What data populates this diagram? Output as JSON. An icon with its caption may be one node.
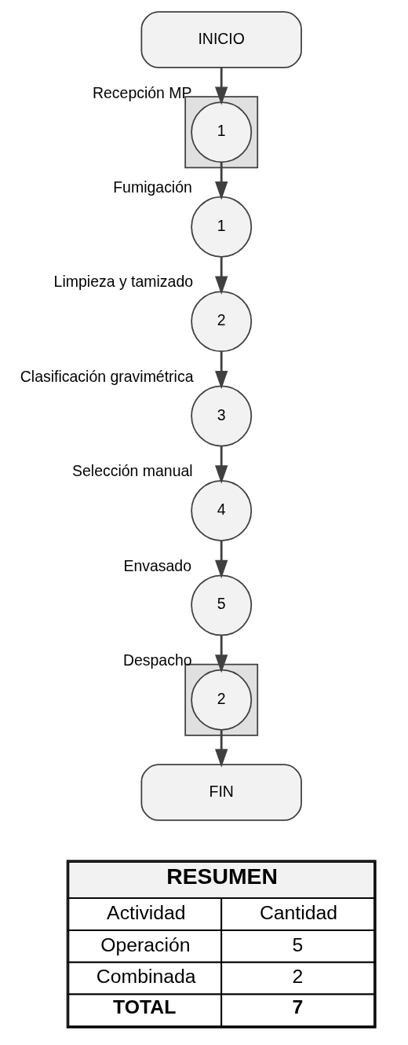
{
  "diagram": {
    "nodes": [
      {
        "text": [
          "INICIO"
        ]
      },
      {
        "text": [],
        "shape": "box"
      },
      {
        "text": [
          "1"
        ],
        "beside": [
          "Recepción MP"
        ],
        "in": 1
      },
      {
        "text": [
          "1"
        ],
        "beside": [
          "Fumigación"
        ]
      },
      {
        "text": [
          "2"
        ],
        "beside": [
          "Limpieza y tamizado"
        ]
      },
      {
        "text": [
          "3"
        ],
        "beside": [
          "Clasificación gravimétrica"
        ]
      },
      {
        "text": [
          "4"
        ],
        "beside": [
          "Selección manual"
        ]
      },
      {
        "text": [
          "5"
        ],
        "beside": [
          "Envasado"
        ]
      },
      {
        "text": [],
        "shape": "box"
      },
      {
        "text": [
          "2"
        ],
        "beside": [
          "Despacho"
        ],
        "in": 8
      },
      {
        "text": [
          "FIN"
        ]
      }
    ],
    "edges": [
      {
        "from": 0,
        "to": 2,
        "arrow": "to"
      },
      {
        "from": 2,
        "to": 3,
        "arrow": "to"
      },
      {
        "from": 3,
        "to": 4,
        "arrow": "to"
      },
      {
        "from": 4,
        "to": 5,
        "arrow": "to"
      },
      {
        "from": 5,
        "to": 6,
        "arrow": "to"
      },
      {
        "from": 6,
        "to": 7,
        "arrow": "to"
      },
      {
        "from": 7,
        "to": 9,
        "arrow": "to"
      },
      {
        "from": 9,
        "to": 10,
        "arrow": "to"
      }
    ],
    "labels": [
      "RESUMEN",
      "Actividad",
      "Cantidad",
      "Operación",
      "5",
      "Combinada",
      "2",
      "TOTAL",
      "7"
    ]
  }
}
